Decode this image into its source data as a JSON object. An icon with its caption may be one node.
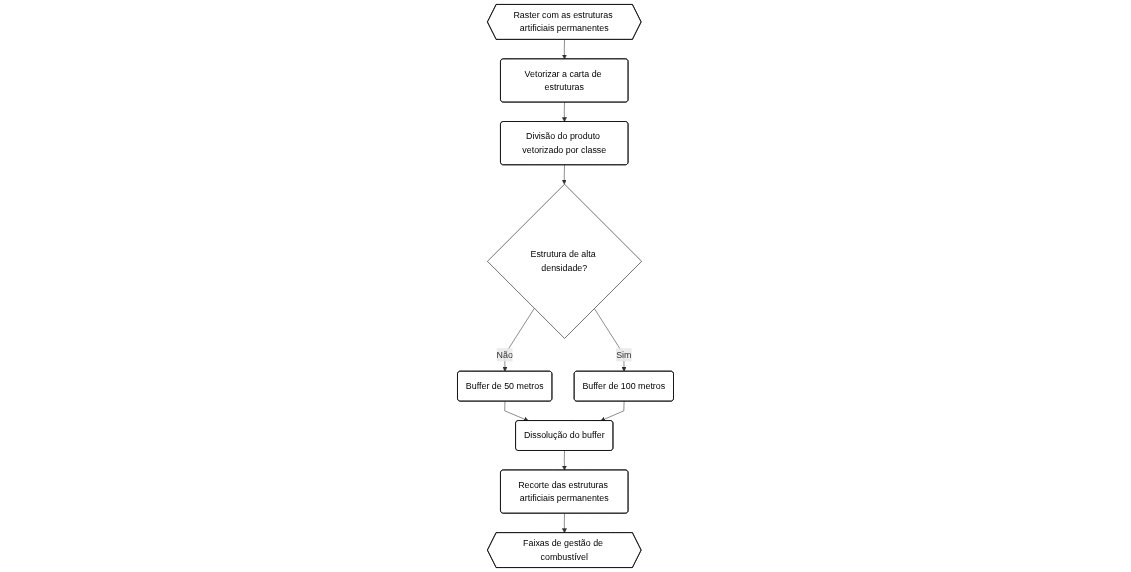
{
  "diagram": {
    "nodes": [
      {
        "text": [
          "Raster com as estruturas artificiais permanentes"
        ]
      },
      {
        "text": [
          "Vetorizar a carta de estruturas"
        ]
      },
      {
        "text": [
          "Divisão do produto vetorizado por classe"
        ]
      },
      {
        "text": [
          "Estrutura de alta densidade?"
        ]
      },
      {
        "text": [
          "Buffer de 50 metros"
        ]
      },
      {
        "text": [
          "Buffer de 100 metros"
        ]
      },
      {
        "text": [
          "Dissolução do buffer"
        ]
      },
      {
        "text": [
          "Recorte das estruturas artificiais permanentes"
        ]
      },
      {
        "text": [
          "Faixas de gestão de combustível"
        ]
      }
    ],
    "edges": [
      {
        "from": 0,
        "to": 1,
        "arrow": "to"
      },
      {
        "from": 1,
        "to": 2,
        "arrow": "to"
      },
      {
        "from": 2,
        "to": 3,
        "arrow": "to"
      },
      {
        "from": 3,
        "to": 4,
        "arrow": "to",
        "label": "Não"
      },
      {
        "from": 3,
        "to": 5,
        "arrow": "to",
        "label": "Sim"
      },
      {
        "from": 4,
        "to": 6,
        "arrow": "to"
      },
      {
        "from": 5,
        "to": 6,
        "arrow": "to"
      },
      {
        "from": 6,
        "to": 7,
        "arrow": "to"
      },
      {
        "from": 7,
        "to": 8,
        "arrow": "to"
      }
    ]
  }
}
